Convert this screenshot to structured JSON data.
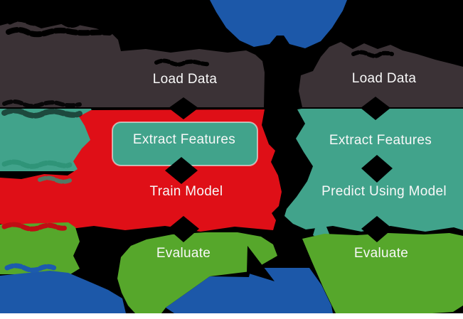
{
  "diagram": {
    "type": "ml-pipeline-flow",
    "pipelines": {
      "training": {
        "steps": [
          {
            "id": "load",
            "label": "Load Data"
          },
          {
            "id": "extract",
            "label": "Extract Features"
          },
          {
            "id": "model",
            "label": "Train Model"
          },
          {
            "id": "evaluate",
            "label": "Evaluate"
          }
        ]
      },
      "test": {
        "steps": [
          {
            "id": "load",
            "label": "Load Data"
          },
          {
            "id": "extract",
            "label": "Extract Features"
          },
          {
            "id": "model",
            "label": "Predict Using Model"
          },
          {
            "id": "evaluate",
            "label": "Evaluate"
          }
        ]
      }
    },
    "colors": {
      "background": "#000000",
      "load_data_gray": "#3b3236",
      "extract_teal": "#41a38b",
      "train_red": "#df0f17",
      "evaluate_green": "#56a72b",
      "data_blue": "#1c58a9",
      "label_text": "#f8f8f8",
      "page_background": "#ffffff"
    }
  }
}
